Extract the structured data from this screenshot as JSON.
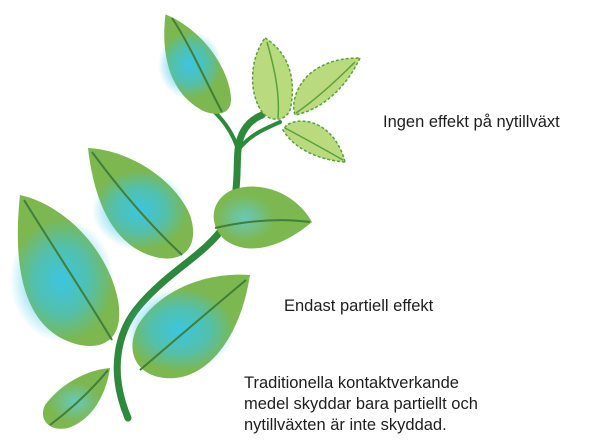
{
  "labels": {
    "new_growth": "Ingen effekt på nytillväxt",
    "partial": "Endast partiell effekt",
    "traditional": [
      "Traditionella kontaktverkande",
      "medel skyddar bara partiellt och",
      "nytillväxten är inte skyddad."
    ]
  },
  "colors": {
    "leaf": "#7db74f",
    "leaf_dark": "#4f9140",
    "new_leaf": "#b9db7e",
    "new_leaf_outline": "#5aa13a",
    "stem": "#2d8a3c",
    "treated_spot": "#38c6e8",
    "text": "#1e1e1e"
  }
}
